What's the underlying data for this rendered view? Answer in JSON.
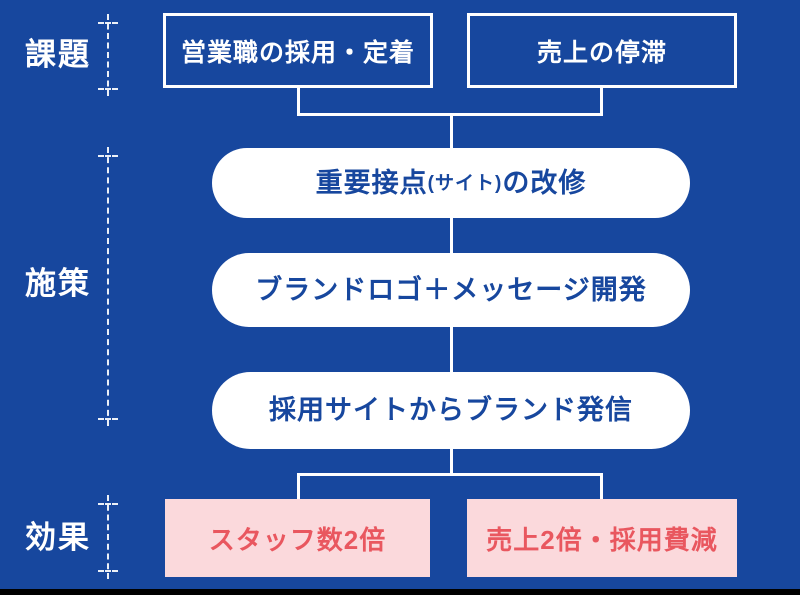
{
  "colors": {
    "background": "#17479E",
    "blue_text": "#17479E",
    "line_white": "#FFFFFF",
    "effect_box_bg": "#FBD9DC",
    "effect_text_red": "#E9575F",
    "bottom_bar": "#000000"
  },
  "row_labels": {
    "issues": "課題",
    "measures": "施策",
    "effects": "効果"
  },
  "issues": [
    {
      "label": "営業職の採用・定着"
    },
    {
      "label": "売上の停滞"
    }
  ],
  "measures": [
    {
      "prefix": "重要接点",
      "small": "(サイト)",
      "suffix": "の改修"
    },
    {
      "label": "ブランドロゴ＋メッセージ開発"
    },
    {
      "label": "採用サイトからブランド発信"
    }
  ],
  "effects": [
    {
      "label": "スタッフ数2倍"
    },
    {
      "label": "売上2倍・採用費減"
    }
  ]
}
